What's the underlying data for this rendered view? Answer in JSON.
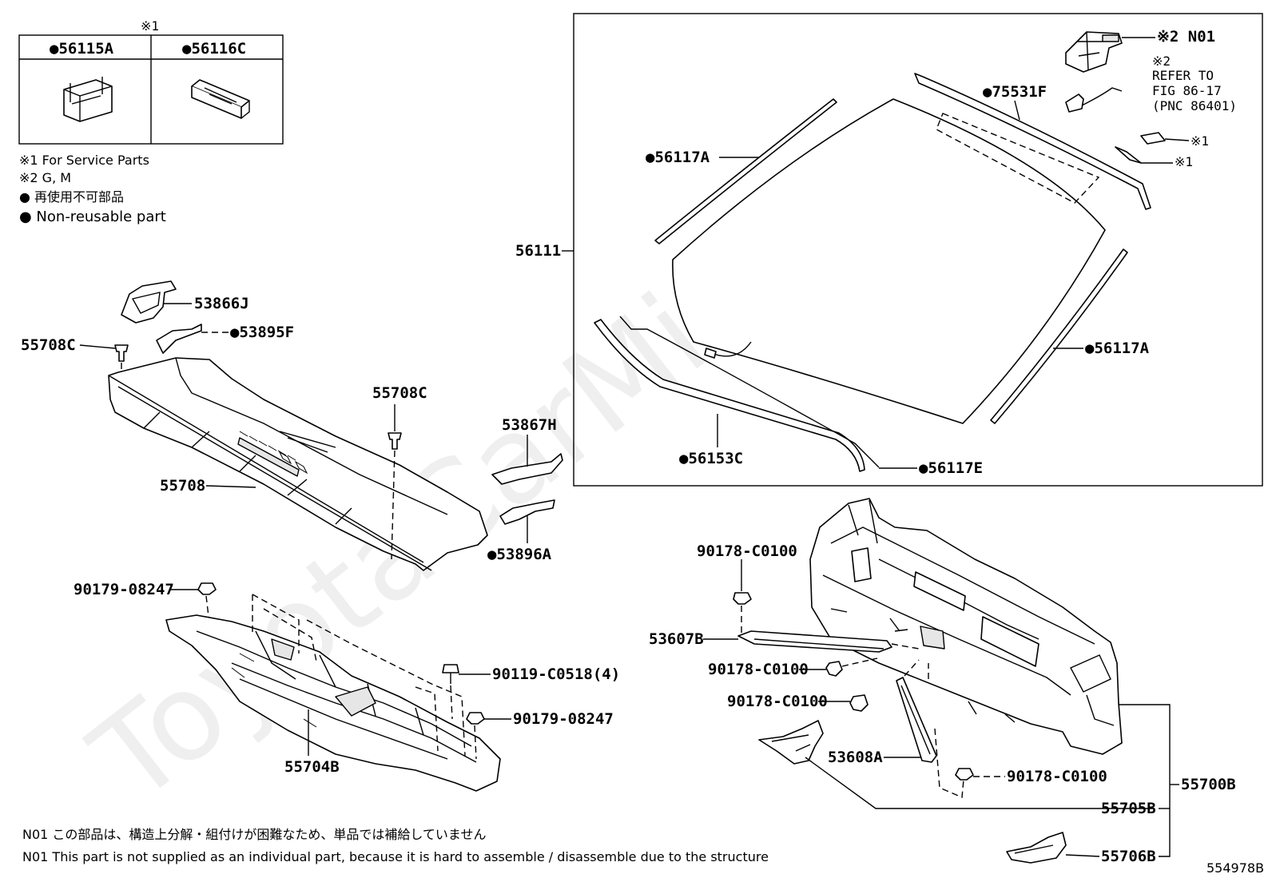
{
  "diagram_number": "554978B",
  "watermark": "ToyotaCarMine.ru",
  "service_box": {
    "header_mark": "※1",
    "col1_label": "●56115A",
    "col2_label": "●56116C"
  },
  "legend": {
    "line1": "※1 For Service Parts",
    "line2": "※2 G, M",
    "line3": "● 再使用不可部品",
    "line4": "● Non-reusable part"
  },
  "windshield_labels": {
    "main": "56111",
    "n01": "※2 N01",
    "refer_mark": "※2",
    "refer_line1": "REFER TO",
    "refer_line2": "FIG 86-17",
    "refer_line3": "(PNC 86401)",
    "p75531F": "●75531F",
    "svc1_a": "※1",
    "svc1_b": "※1",
    "p56117A_top": "●56117A",
    "p56117A_right": "●56117A",
    "p56153C": "●56153C",
    "p56117E": "●56117E"
  },
  "cowl_labels": {
    "p53866J": "53866J",
    "p53895F": "●53895F",
    "p55708C_left": "55708C",
    "p55708C_mid": "55708C",
    "p53867H": "53867H",
    "p55708": "55708",
    "p53896A": "●53896A",
    "p90179_top": "90179-08247",
    "p90119": "90119-C0518(4)",
    "p90179_bottom": "90179-08247",
    "p55704B": "55704B"
  },
  "panel_labels": {
    "p90178_a": "90178-C0100",
    "p53607B": "53607B",
    "p90178_b": "90178-C0100",
    "p90178_c": "90178-C0100",
    "p53608A": "53608A",
    "p90178_d": "90178-C0100",
    "p55700B": "55700B",
    "p55705B": "55705B",
    "p55706B": "55706B"
  },
  "footnotes": {
    "jp": "N01 この部品は、構造上分解・組付けが困難なため、単品では補給していません",
    "en": "N01 This part is not supplied as an individual part, because it is hard to assemble / disassemble due to the structure"
  }
}
